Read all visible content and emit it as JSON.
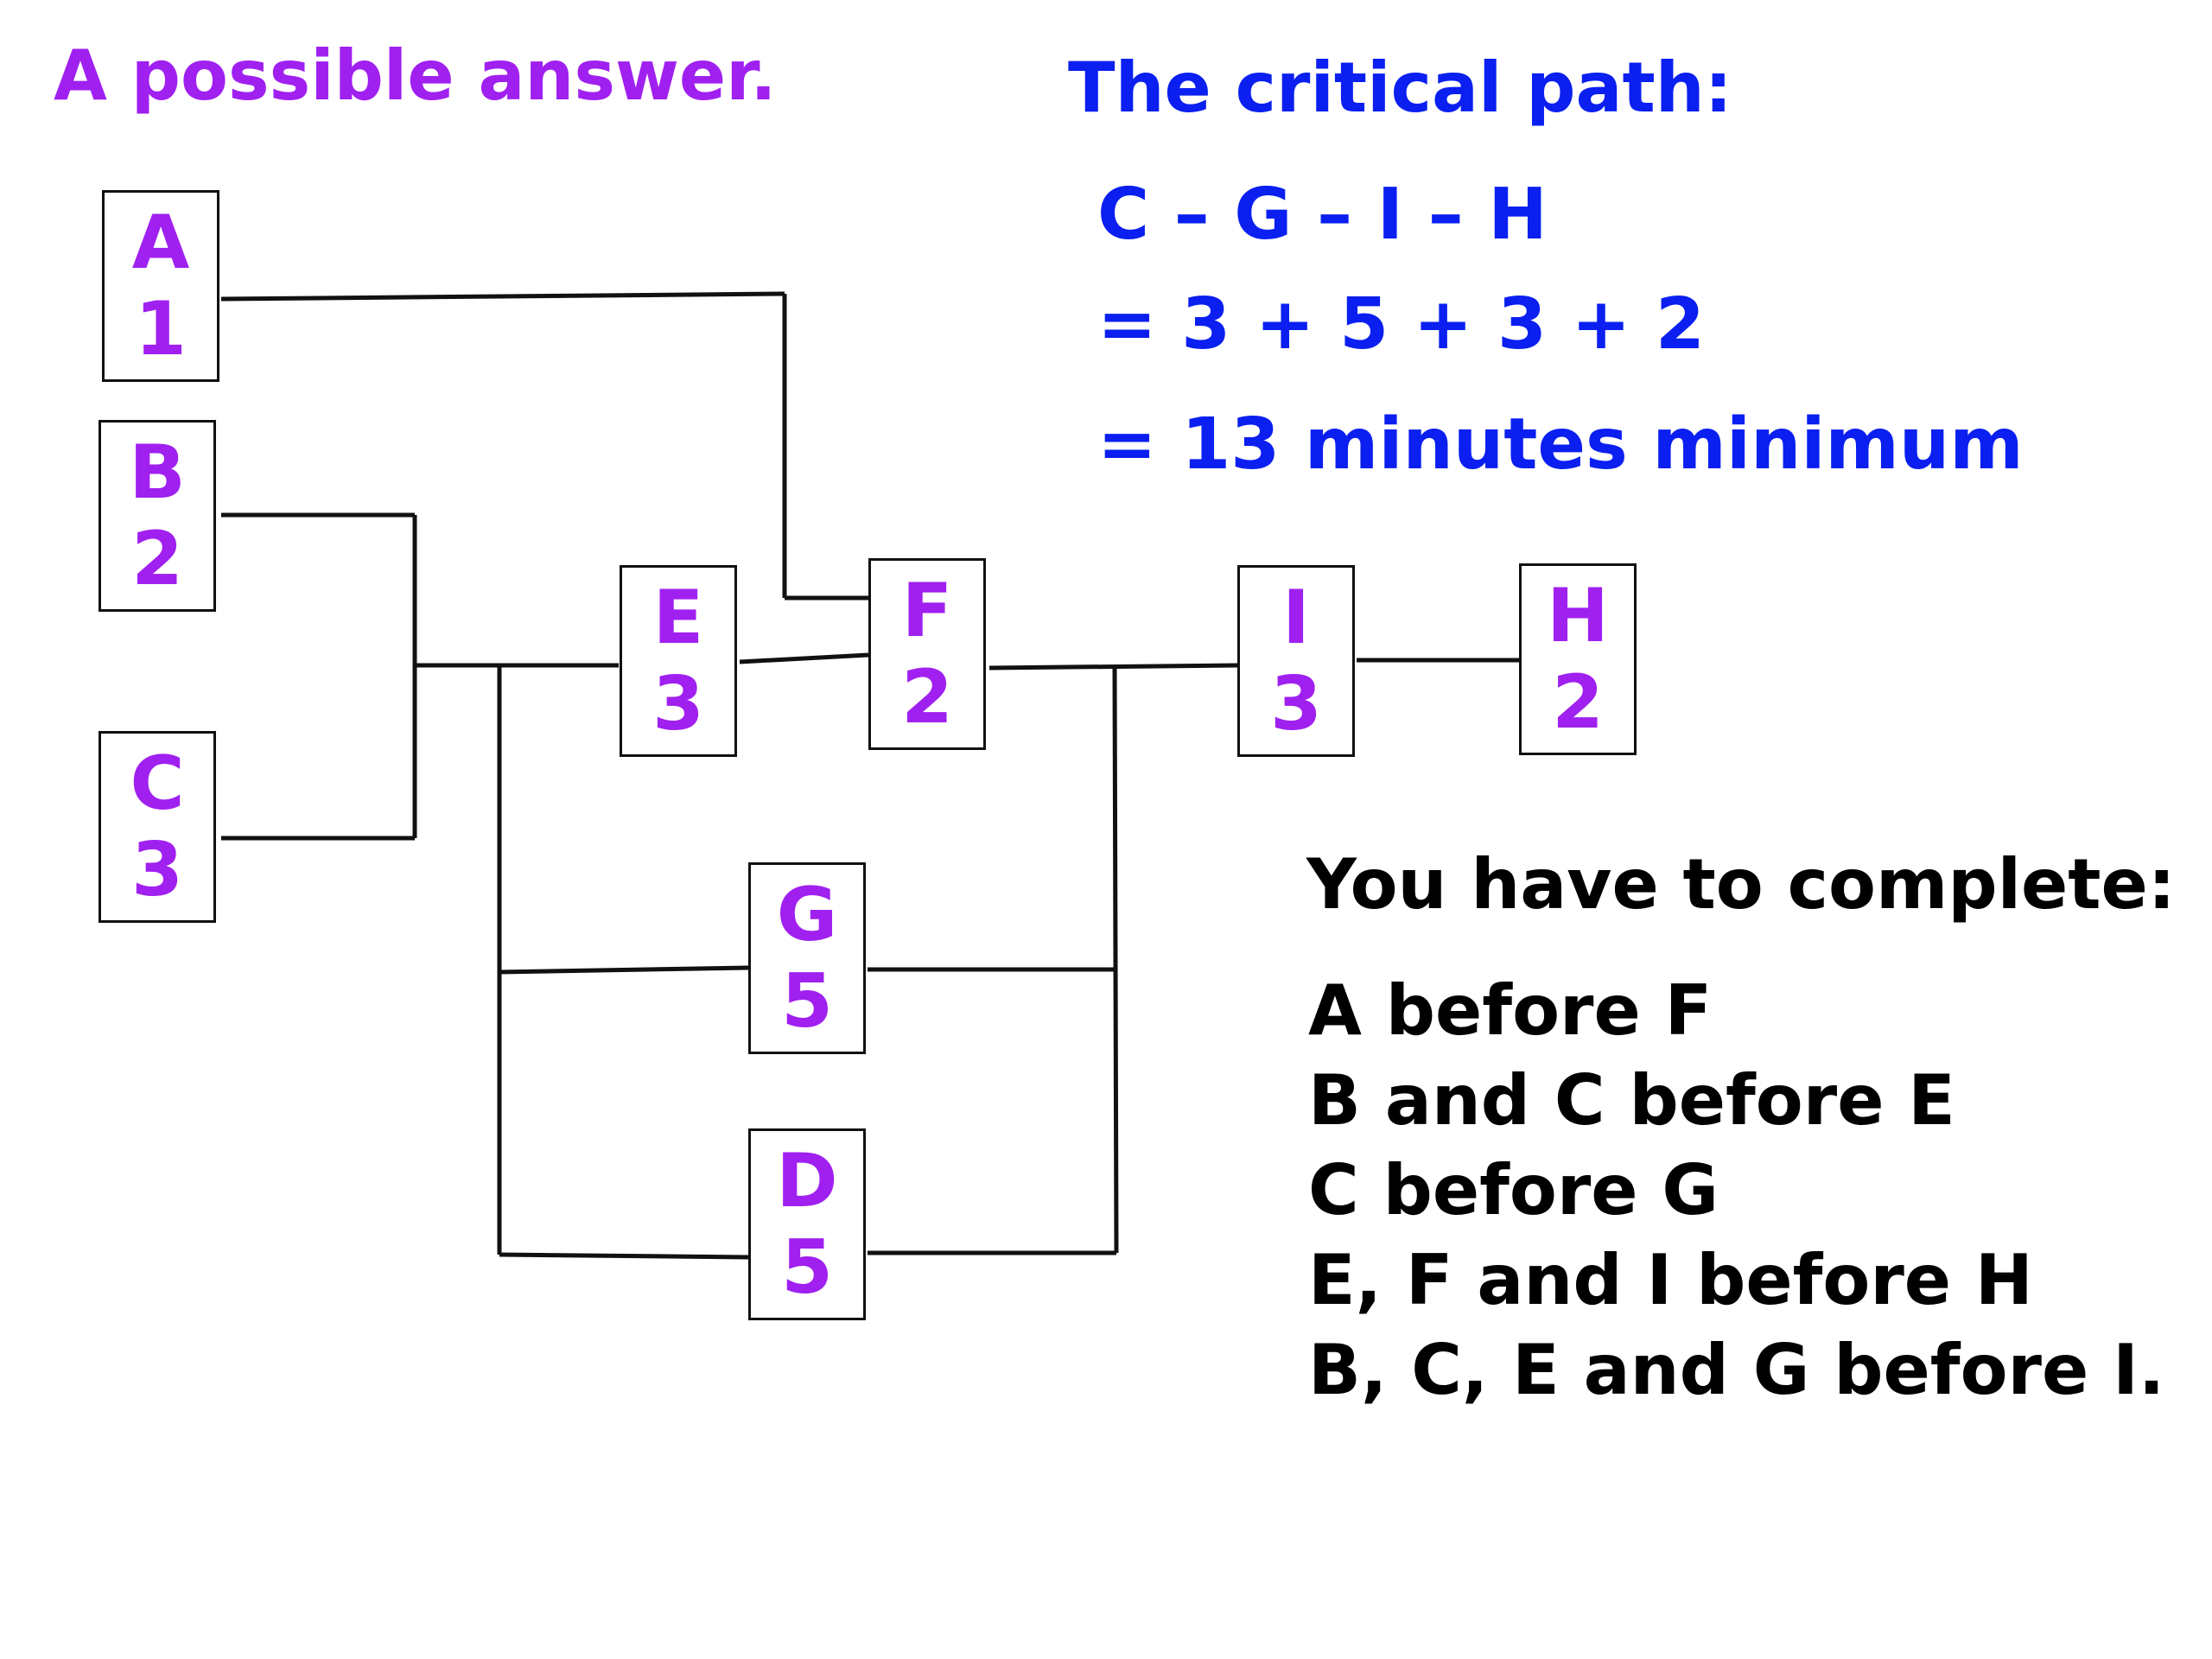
{
  "title": "A possible answer.",
  "critical_path": {
    "heading": "The critical path:",
    "path": "C – G – I – H",
    "sum": "= 3 + 5 + 3 + 2",
    "total": "= 13 minutes minimum"
  },
  "nodes": [
    {
      "id": "A",
      "letter": "A",
      "value": "1"
    },
    {
      "id": "B",
      "letter": "B",
      "value": "2"
    },
    {
      "id": "C",
      "letter": "C",
      "value": "3"
    },
    {
      "id": "E",
      "letter": "E",
      "value": "3"
    },
    {
      "id": "F",
      "letter": "F",
      "value": "2"
    },
    {
      "id": "G",
      "letter": "G",
      "value": "5"
    },
    {
      "id": "D",
      "letter": "D",
      "value": "5"
    },
    {
      "id": "I",
      "letter": "I",
      "value": "3"
    },
    {
      "id": "H",
      "letter": "H",
      "value": "2"
    }
  ],
  "constraints": {
    "heading": "You have to complete:",
    "items": [
      "A before F",
      "B and C before E",
      "C before G",
      "E, F and I before H",
      "B, C, E and G before I."
    ]
  },
  "colors": {
    "purple": "#a020f0",
    "blue": "#0a1ff0",
    "black": "#000000"
  }
}
